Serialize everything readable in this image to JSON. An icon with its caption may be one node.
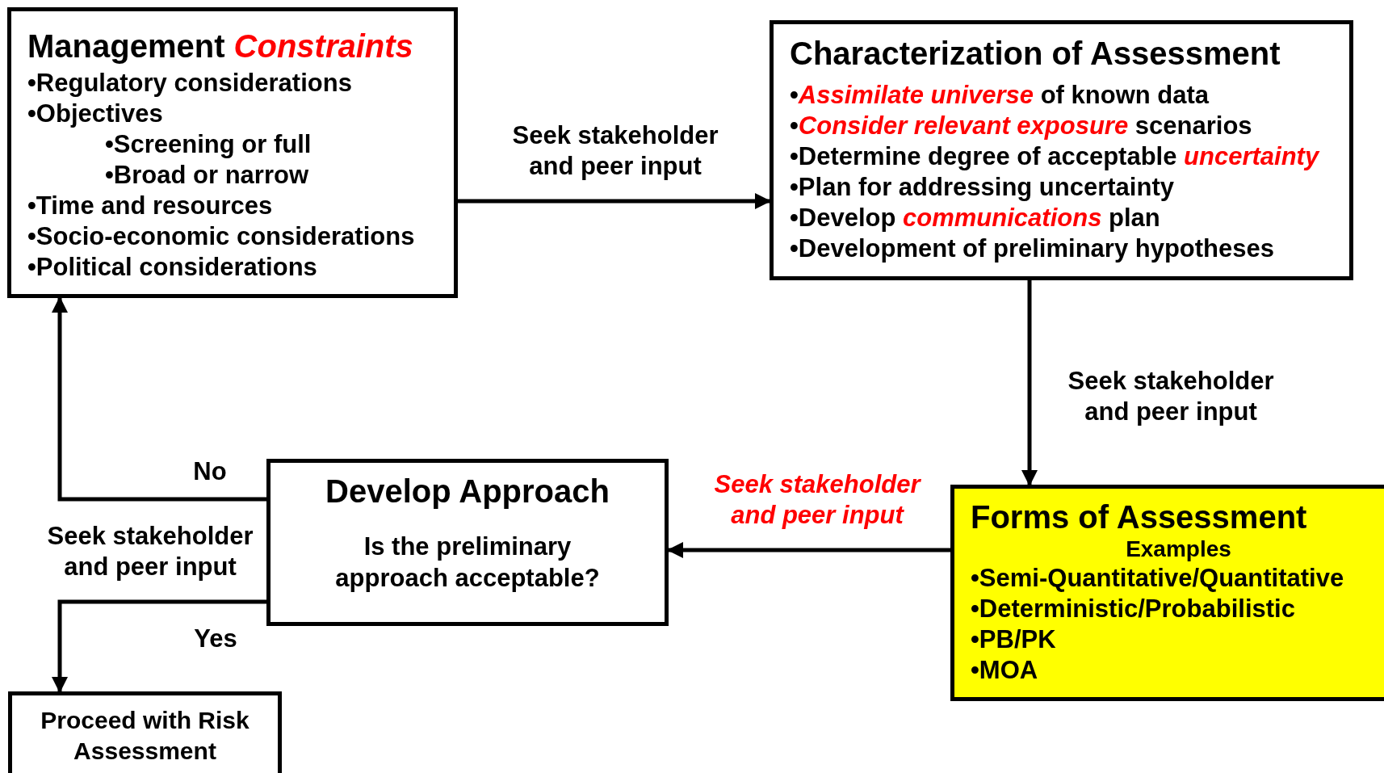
{
  "diagram": {
    "nodes": [
      {
        "text": [
          "Management *Constraints*",
          "•Regulatory considerations",
          "•Objectives",
          "•Screening or full",
          "•Broad or narrow",
          "•Time and resources",
          "•Socio-economic considerations",
          "•Political considerations"
        ]
      },
      {
        "text": [
          "Characterization of Assessment",
          "•*Assimilate universe* of known data",
          "•*Consider relevant exposure* scenarios",
          "•Determine degree of acceptable *uncertainty*",
          "•Plan for addressing uncertainty",
          "•Develop *communications* plan",
          "•Development of preliminary hypotheses"
        ]
      },
      {
        "text": [
          "Forms of Assessment",
          "Examples",
          "•Semi-Quantitative/Quantitative",
          "•Deterministic/Probabilistic",
          "•PB/PK",
          "•MOA"
        ]
      },
      {
        "text": [
          "Develop Approach",
          "Is the preliminary approach acceptable?"
        ]
      },
      {
        "text": [
          "Proceed with Risk Assessment"
        ]
      }
    ],
    "edges": [
      {
        "from": 0,
        "to": 1,
        "arrow": "to",
        "label": "Seek stakeholder and peer input"
      },
      {
        "from": 1,
        "to": 2,
        "arrow": "to",
        "label": "Seek stakeholder and peer input"
      },
      {
        "from": 2,
        "to": 3,
        "arrow": "to",
        "label": "*Seek stakeholder and peer input*"
      },
      {
        "from": 3,
        "to": 0,
        "arrow": "to",
        "label": "No"
      },
      {
        "from": 3,
        "to": 4,
        "arrow": "to",
        "label": "Yes"
      }
    ],
    "labels": [
      "Seek stakeholder and peer input"
    ]
  }
}
